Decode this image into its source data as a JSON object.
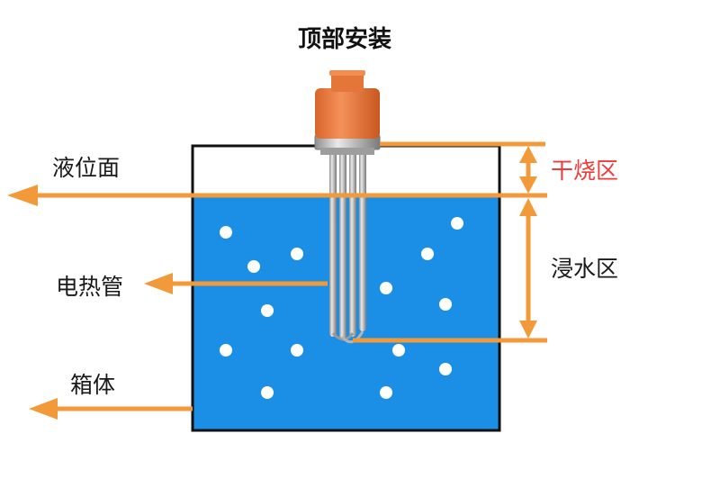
{
  "title": "顶部安装",
  "labels": {
    "liquid_level": "液位面",
    "heater": "电热管",
    "tank": "箱体",
    "dry_zone": "干烧区",
    "immersion_zone": "浸水区"
  },
  "colors": {
    "water": "#1b8ee6",
    "arrow": "#f29a3a",
    "heater_cap": "#ef7d3b",
    "dry_zone_text": "#ee3b3b",
    "text": "#1a1a1a",
    "tank_border": "#111111"
  }
}
